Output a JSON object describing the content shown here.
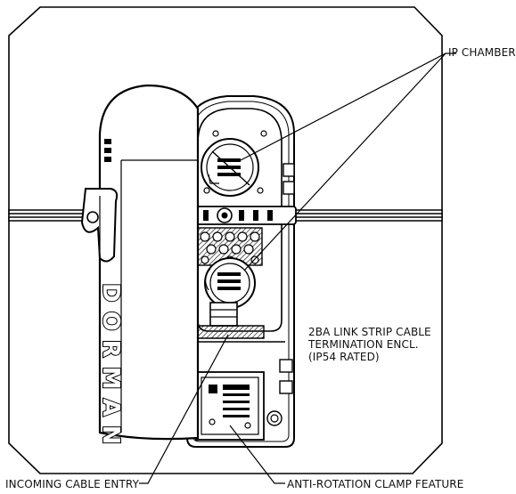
{
  "callouts": {
    "ip_chamber": "IP CHAMBER",
    "termination_enclosure": [
      "2BA LINK STRIP CABLE",
      "TERMINATION ENCL.",
      "(IP54 RATED)"
    ],
    "incoming_cable_entry": "INCOMING CABLE ENTRY",
    "anti_rotation_clamp": "ANTI-ROTATION CLAMP FEATURE"
  },
  "brand": {
    "logo_text": "DORMAN"
  },
  "colors": {
    "ink": "#000000",
    "paper": "#ffffff",
    "hatch": "#222222"
  }
}
